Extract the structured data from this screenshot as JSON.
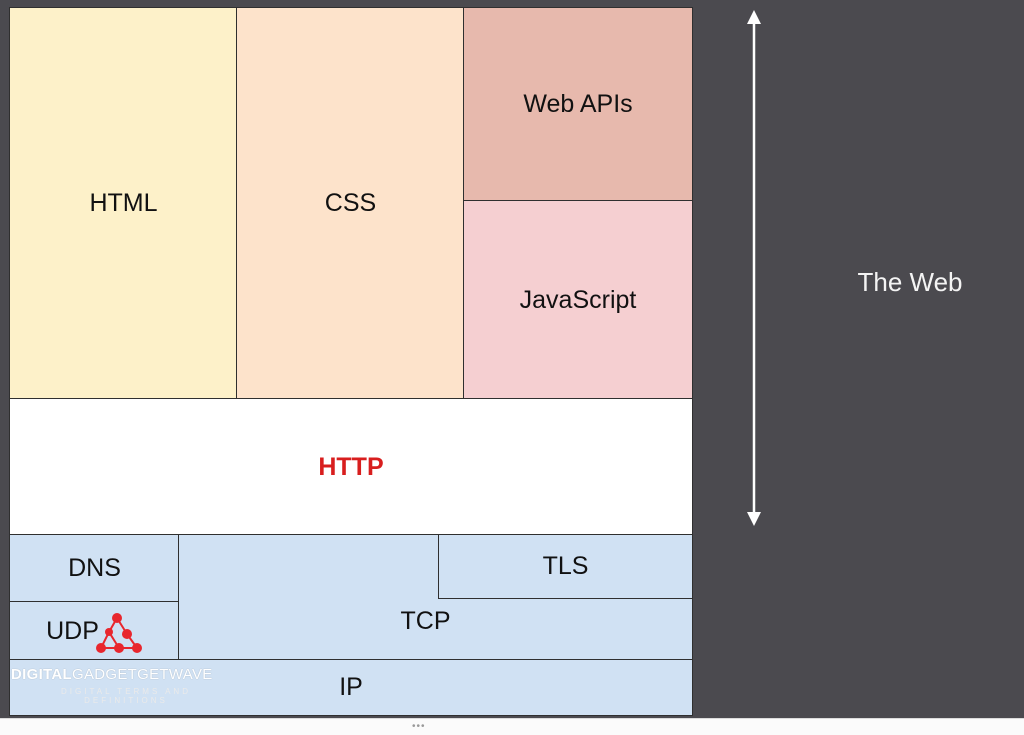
{
  "layers": {
    "html": "HTML",
    "css": "CSS",
    "web_apis": "Web APIs",
    "javascript": "JavaScript",
    "http": "HTTP",
    "dns": "DNS",
    "udp": "UDP",
    "tcp": "TCP",
    "tls": "TLS",
    "ip": "IP"
  },
  "side_label": "The Web",
  "watermark": {
    "brand_bold": "DIGITAL",
    "brand_rest": "GADGETGETWAVE",
    "tagline": "DIGITAL TERMS AND DEFINITIONS"
  },
  "colors": {
    "html": "#fdf1c9",
    "css": "#fde3cb",
    "web_apis": "#e7b9ad",
    "javascript": "#f5cfd1",
    "http": "#ffffff",
    "http_text": "#d81e1e",
    "network": "#d0e1f3",
    "background": "#4b4a4f",
    "watermark_accent": "#e8262d"
  },
  "icons": [
    "double-arrow-icon",
    "network-logo-icon"
  ]
}
